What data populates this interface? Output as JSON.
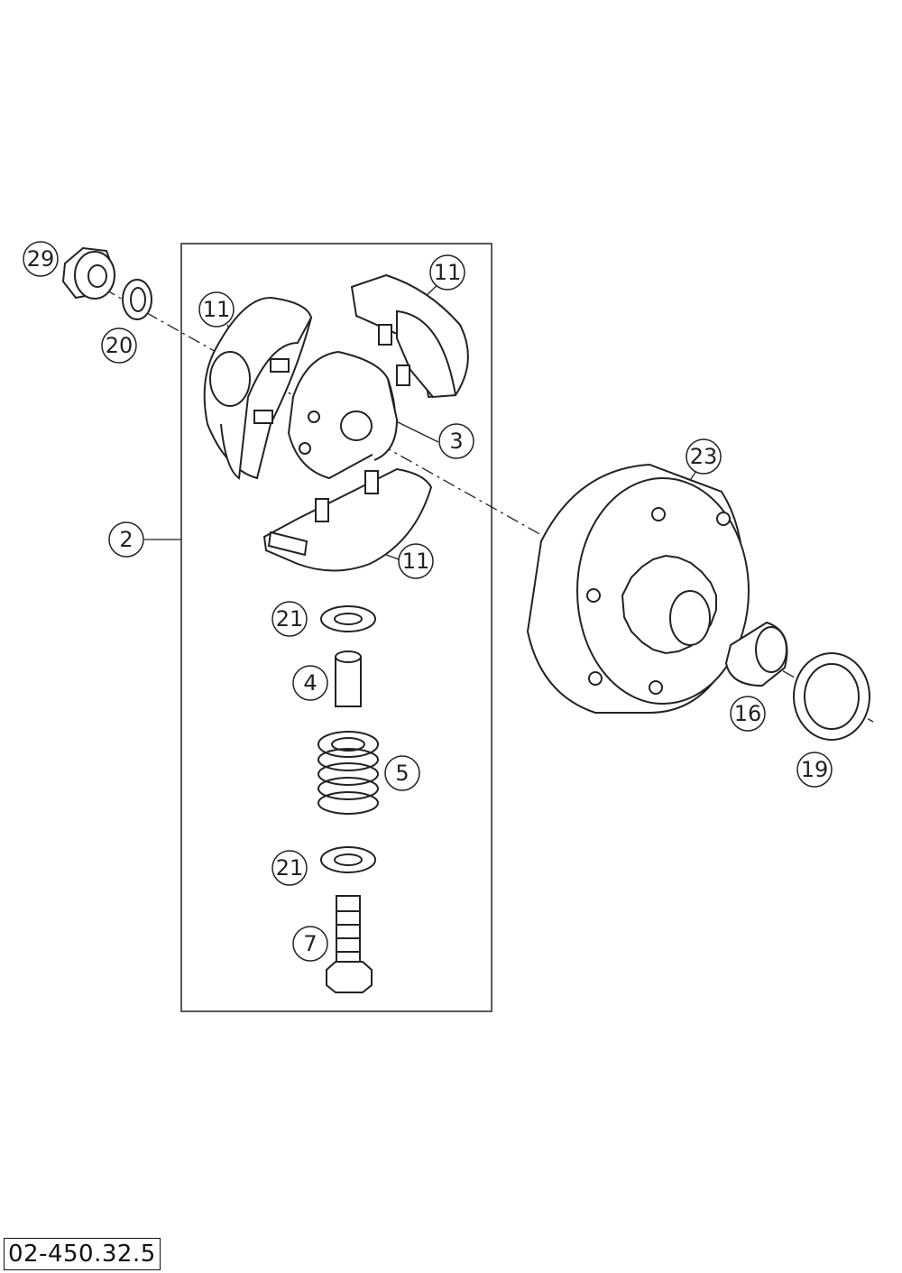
{
  "diagram_ref": "02-450.32.5",
  "callouts": [
    {
      "id": "c29",
      "label": "29"
    },
    {
      "id": "c20",
      "label": "20"
    },
    {
      "id": "c11a",
      "label": "11"
    },
    {
      "id": "c11b",
      "label": "11"
    },
    {
      "id": "c3",
      "label": "3"
    },
    {
      "id": "c23",
      "label": "23"
    },
    {
      "id": "c2",
      "label": "2"
    },
    {
      "id": "c11c",
      "label": "11"
    },
    {
      "id": "c21a",
      "label": "21"
    },
    {
      "id": "c4",
      "label": "4"
    },
    {
      "id": "c5",
      "label": "5"
    },
    {
      "id": "c16",
      "label": "16"
    },
    {
      "id": "c19",
      "label": "19"
    },
    {
      "id": "c21b",
      "label": "21"
    },
    {
      "id": "c7",
      "label": "7"
    }
  ]
}
